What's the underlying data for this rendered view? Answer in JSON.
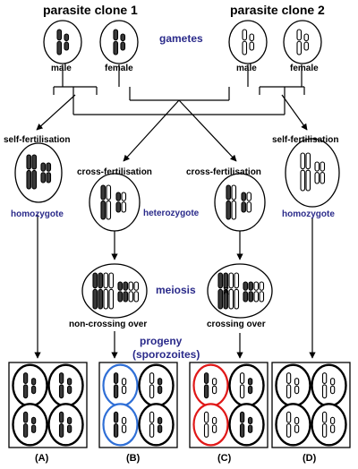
{
  "labels": {
    "parasite_clone_1": "parasite clone 1",
    "parasite_clone_2": "parasite clone 2",
    "gametes": "gametes",
    "male_1": "male",
    "female_1": "female",
    "male_2": "male",
    "female_2": "female",
    "self_fert_left": "self-fertilisation",
    "self_fert_right": "self-fertilisation",
    "cross_fert_left": "cross-fertilisation",
    "cross_fert_right": "cross-fertilisation",
    "homozygote_left": "homozygote",
    "homozygote_right": "homozygote",
    "heterozygote": "heterozygote",
    "meiosis": "meiosis",
    "non_crossing_over": "non-crossing over",
    "crossing_over": "crossing over",
    "progeny": "progeny",
    "sporozoites": "(sporozoites)",
    "panel_a": "(A)",
    "panel_b": "(B)",
    "panel_c": "(C)",
    "panel_d": "(D)"
  },
  "colors": {
    "label_blue": "#2a2a8a",
    "dark_chromosome": "#3a3a3a",
    "light_chromosome": "#ffffff",
    "outline_black": "#000000",
    "progeny_blue": "#2f6fd6",
    "progeny_red": "#e01818"
  }
}
